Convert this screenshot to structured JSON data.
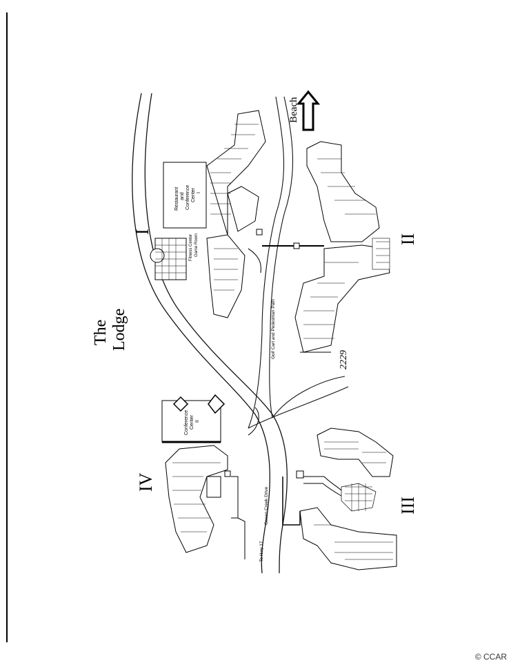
{
  "site_map": {
    "title_line1": "The",
    "title_line2": "Lodge",
    "beach_label": "Beach",
    "buildings": {
      "I": {
        "numeral": "I",
        "labels": [
          "Restaurant",
          "and",
          "Conference",
          "Center",
          "I"
        ],
        "fitness": [
          "Fitness Center",
          "Game Room"
        ]
      },
      "II": {
        "numeral": "II"
      },
      "III": {
        "numeral": "III"
      },
      "IV": {
        "numeral": "IV",
        "labels": [
          "Conference",
          "Center",
          "II"
        ]
      }
    },
    "path_label": "Golf Cart and Pedestrian Path",
    "road_label": "Ocean Creek Drive",
    "hwy_label": "← To Hwy 17",
    "handwritten_unit": "2229"
  },
  "watermark": "© CCAR"
}
